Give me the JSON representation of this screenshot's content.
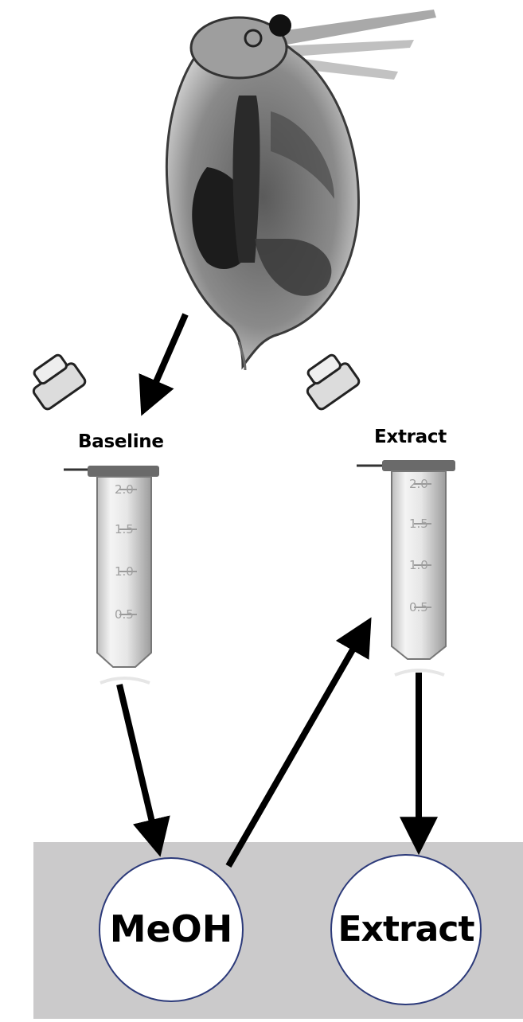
{
  "diagram": {
    "tube_labels": {
      "left": "Baseline",
      "right": "Extract"
    },
    "circle_labels": {
      "left": "MeOH",
      "right": "Extract"
    },
    "tube_scale_marks": [
      "2.0",
      "1.5",
      "1.0",
      "0.5"
    ],
    "colors": {
      "tray": "#cbcacb",
      "circle_border": "#2c3a7a",
      "circle_fill": "#ffffff",
      "arrow": "#000000"
    },
    "icons": [
      "daphnia-image",
      "microcentrifuge-tube",
      "microcentrifuge-tube"
    ]
  }
}
